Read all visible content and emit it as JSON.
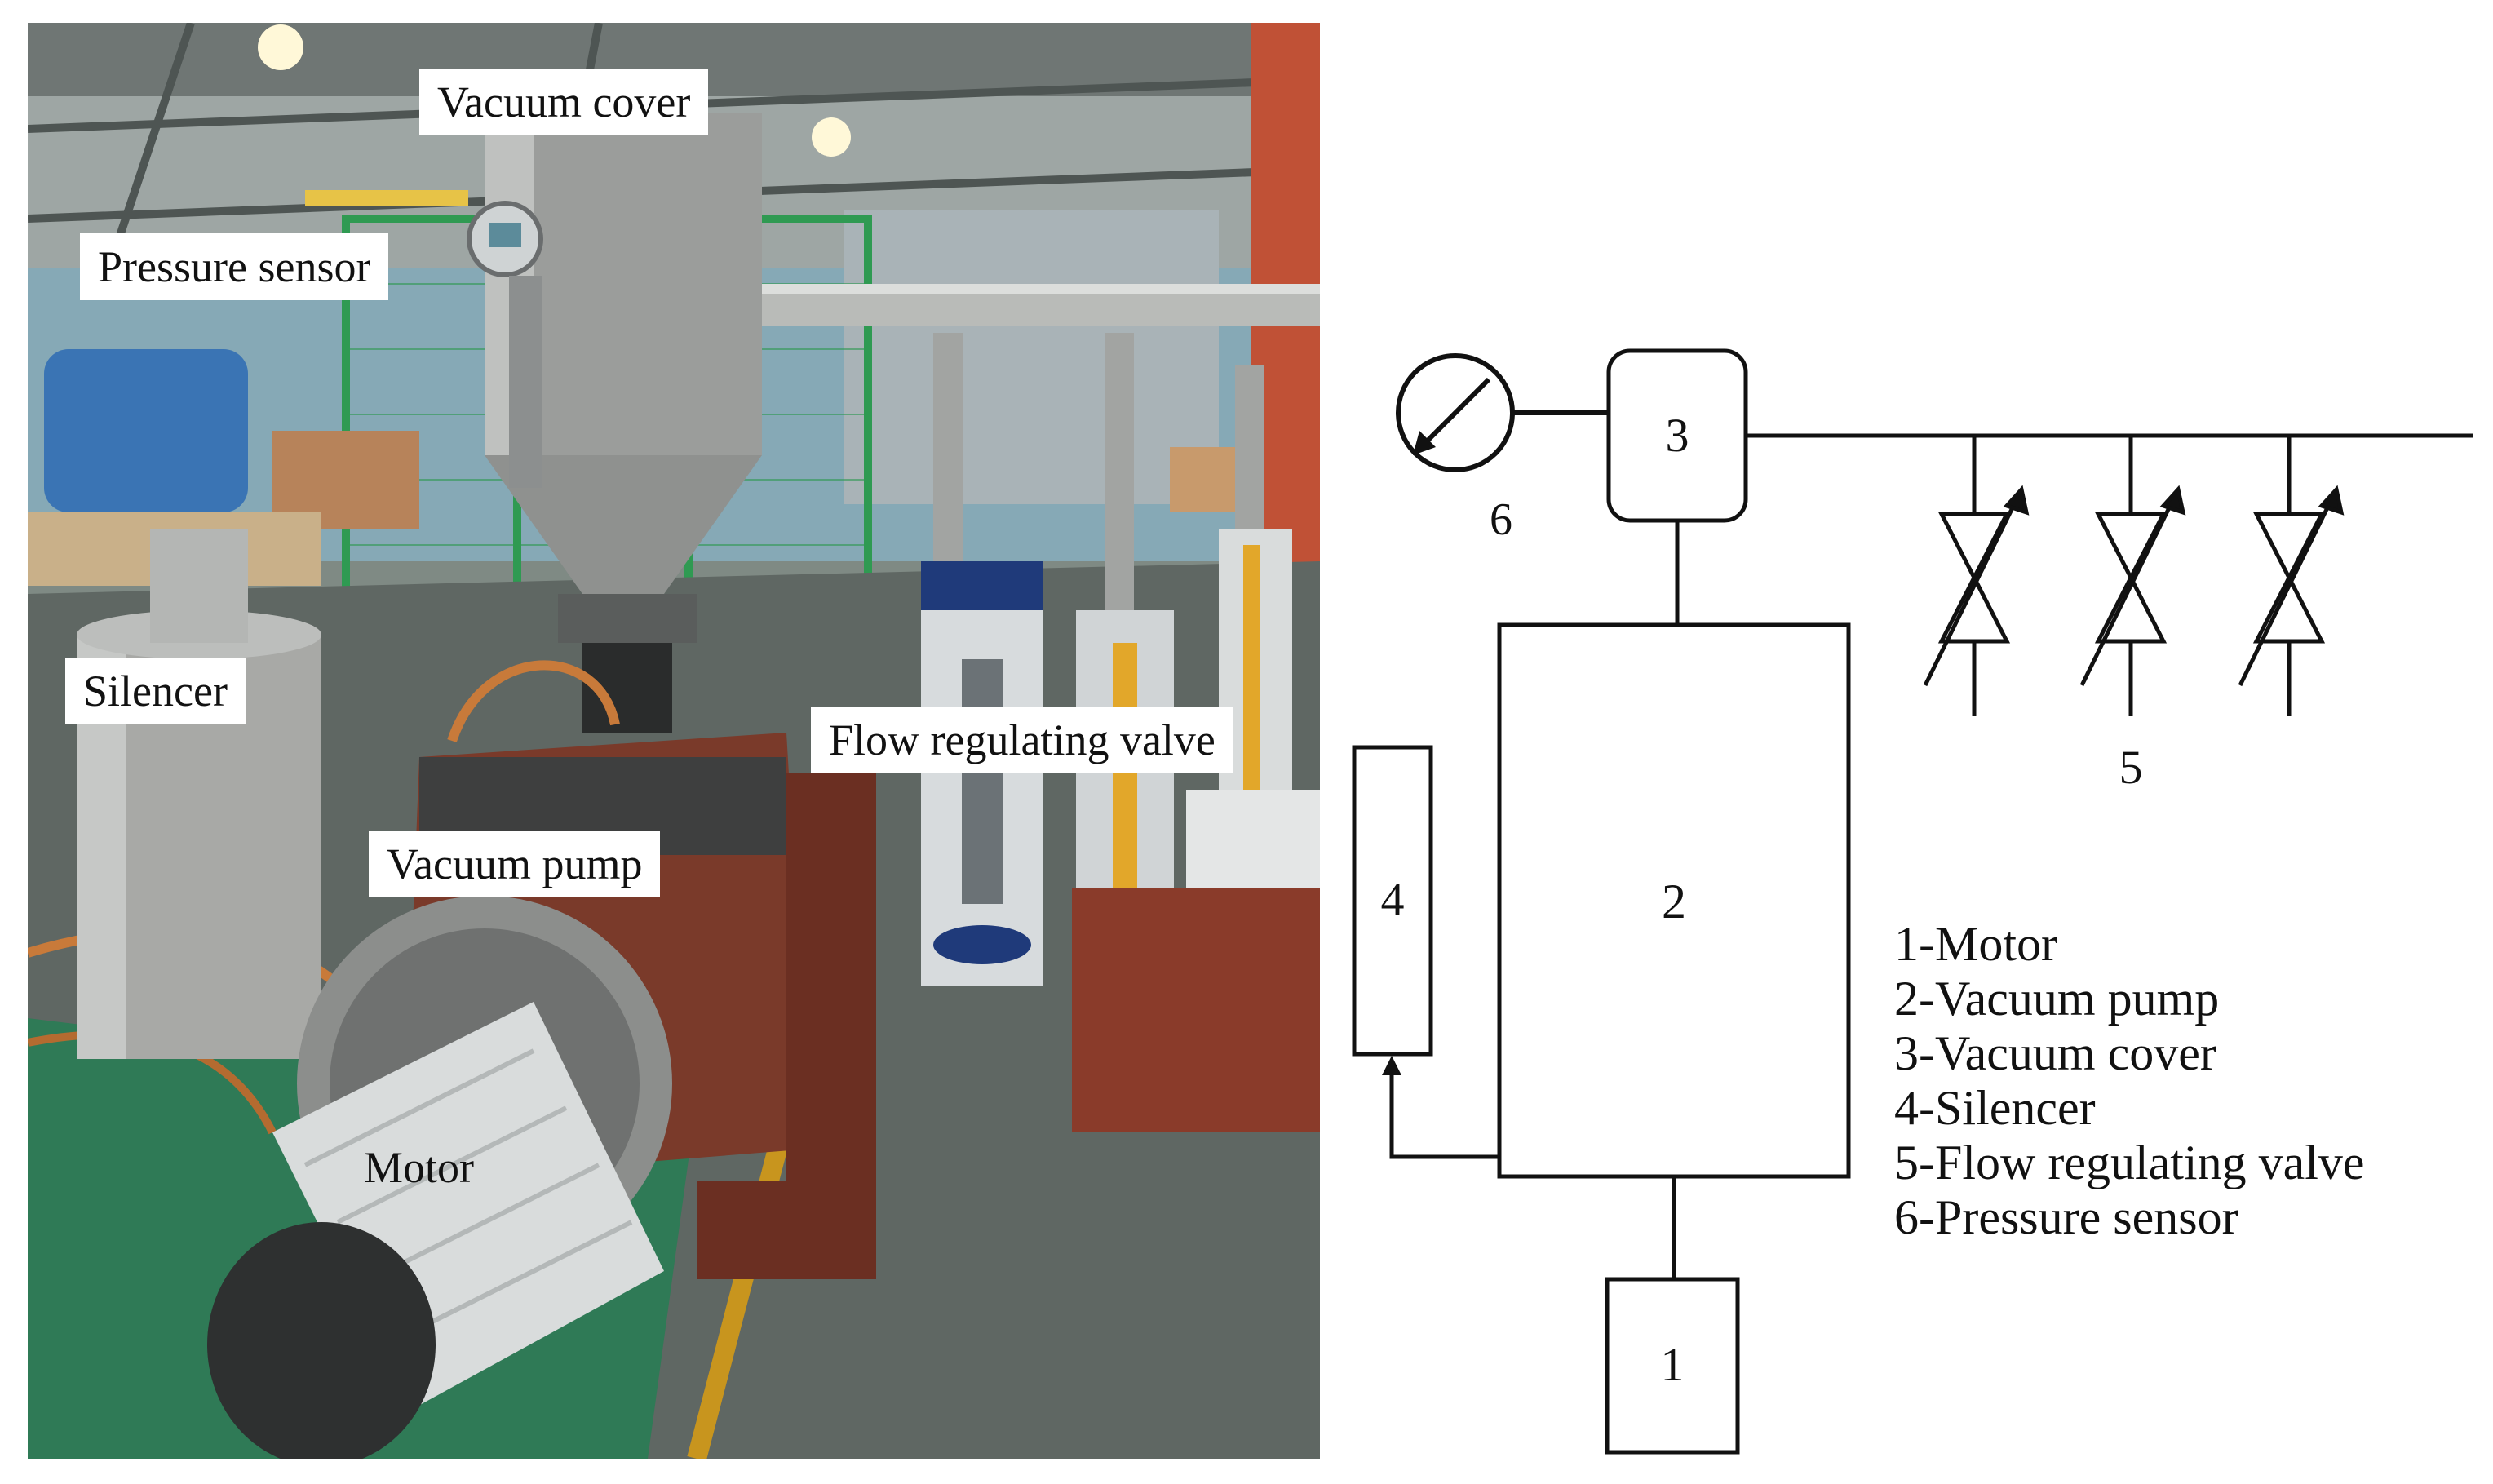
{
  "photo": {
    "labels": {
      "vacuum_cover": "Vacuum cover",
      "pressure_sensor": "Pressure sensor",
      "silencer": "Silencer",
      "flow_regulating_valve": "Flow regulating valve",
      "vacuum_pump": "Vacuum pump",
      "motor": "Motor"
    }
  },
  "schematic": {
    "numbers": {
      "n1": "1",
      "n2": "2",
      "n3": "3",
      "n4": "4",
      "n5": "5",
      "n6": "6"
    },
    "legend": [
      "1-Motor",
      "2-Vacuum pump",
      "3-Vacuum cover",
      "4-Silencer",
      "5-Flow regulating valve",
      "6-Pressure sensor"
    ]
  },
  "colors": {
    "pump_body": "#7a3a2a",
    "steel": "#a8a9a6",
    "fence_green": "#2f9a52",
    "floor": "#5f6763",
    "line": "#111111"
  }
}
